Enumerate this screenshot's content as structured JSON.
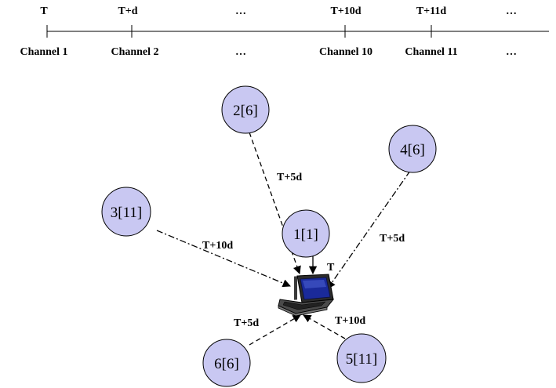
{
  "timeline": {
    "slots": [
      {
        "time": "T",
        "channel": "Channel 1",
        "tick": true
      },
      {
        "time": "T+d",
        "channel": "Channel 2",
        "tick": true
      },
      {
        "time": "…",
        "channel": "…",
        "tick": false
      },
      {
        "time": "T+10d",
        "channel": "Channel 10",
        "tick": true
      },
      {
        "time": "T+11d",
        "channel": "Channel 11",
        "tick": true
      },
      {
        "time": "…",
        "channel": "…",
        "tick": false
      }
    ]
  },
  "nodes": [
    {
      "id": "n1",
      "label": "1[1]"
    },
    {
      "id": "n2",
      "label": "2[6]"
    },
    {
      "id": "n3",
      "label": "3[11]"
    },
    {
      "id": "n4",
      "label": "4[6]"
    },
    {
      "id": "n5",
      "label": "5[11]"
    },
    {
      "id": "n6",
      "label": "6[6]"
    }
  ],
  "edges": [
    {
      "from": "n1",
      "label": "T",
      "style": "solid"
    },
    {
      "from": "n2",
      "label": "T+5d",
      "style": "dashed"
    },
    {
      "from": "n3",
      "label": "T+10d",
      "style": "dashdot"
    },
    {
      "from": "n4",
      "label": "T+5d",
      "style": "dashdot"
    },
    {
      "from": "n5",
      "label": "T+10d",
      "style": "dashed"
    },
    {
      "from": "n6",
      "label": "T+5d",
      "style": "dashed"
    }
  ],
  "colors": {
    "node_fill": "#c9c8f2",
    "laptop_screen": "#1a2a9a"
  },
  "icons": {
    "receiver": "laptop-icon"
  }
}
